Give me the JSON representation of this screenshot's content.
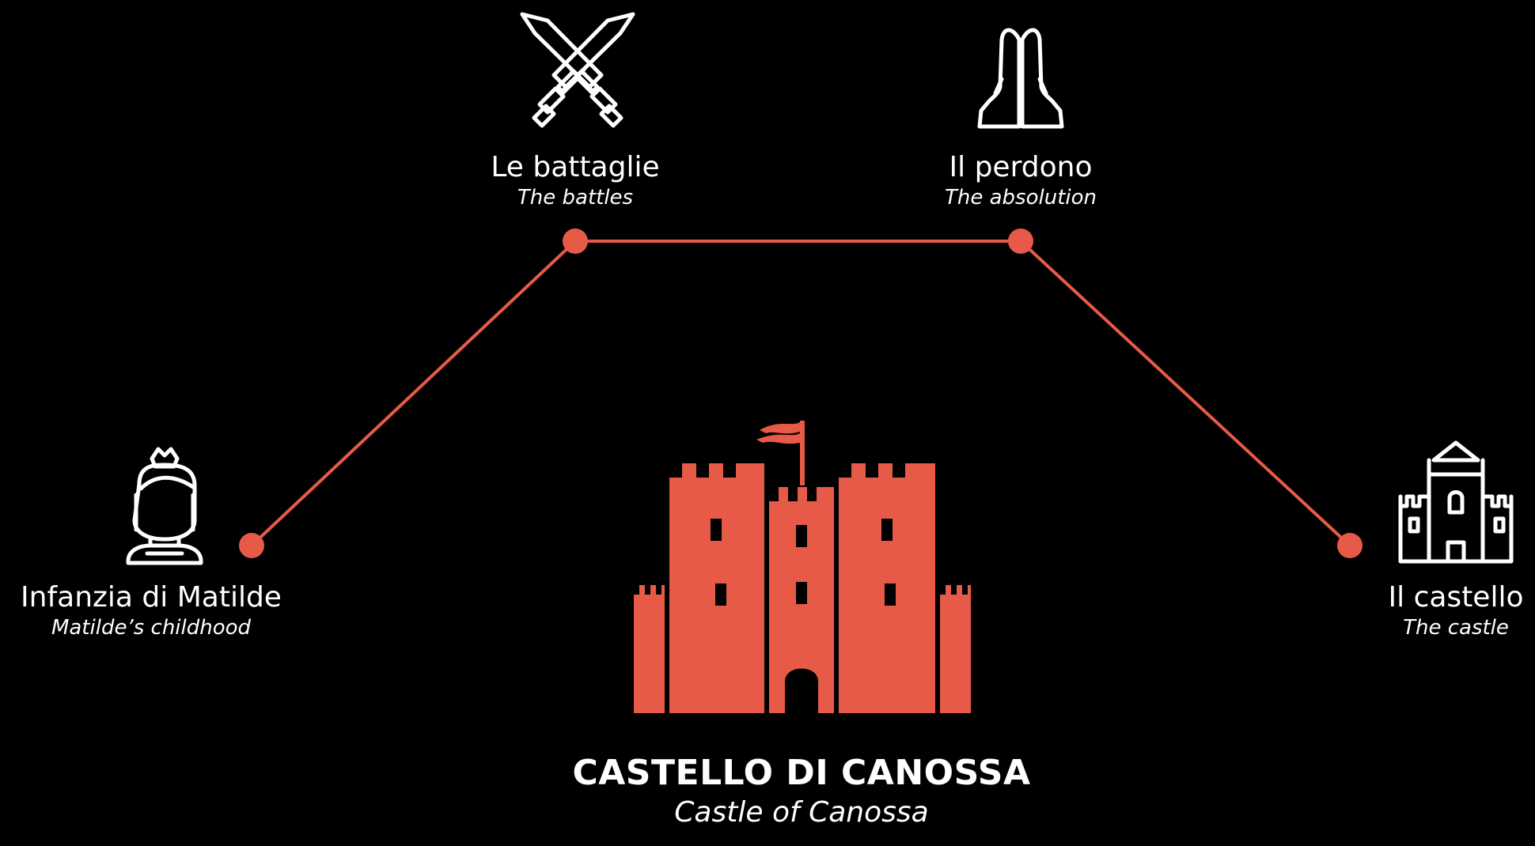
{
  "accent_color": "#e85a48",
  "nodes": [
    {
      "id": "childhood",
      "title": "Infanzia di Matilde",
      "subtitle": "Matilde’s childhood",
      "icon": "princess-icon"
    },
    {
      "id": "battles",
      "title": "Le battaglie",
      "subtitle": "The battles",
      "icon": "crossed-swords-icon"
    },
    {
      "id": "absolution",
      "title": "Il perdono",
      "subtitle": "The absolution",
      "icon": "praying-hands-icon"
    },
    {
      "id": "castle",
      "title": "Il castello",
      "subtitle": "The castle",
      "icon": "castle-icon"
    }
  ],
  "center": {
    "title": "CASTELLO DI CANOSSA",
    "subtitle": "Castle of Canossa",
    "icon": "canossa-castle-icon"
  }
}
